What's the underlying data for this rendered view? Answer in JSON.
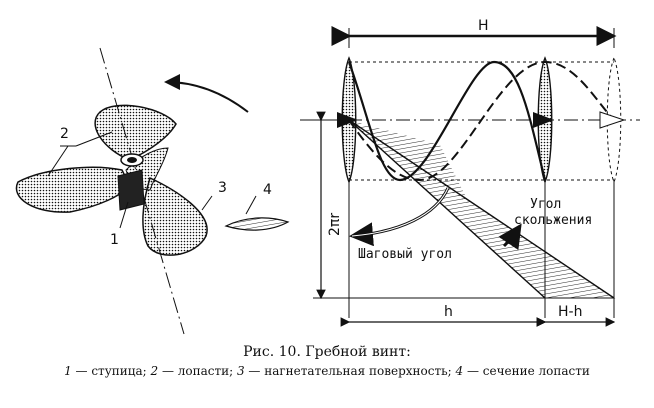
{
  "labels": {
    "n1": "1",
    "n2": "2",
    "n3": "3",
    "n4": "4",
    "H": "H",
    "two_pi_r": "2πr",
    "h": "h",
    "H_minus_h": "H-h",
    "slip_angle_line1": "Угол",
    "slip_angle_line2": "скольжения",
    "pitch_angle": "Шаговый угол"
  },
  "caption": {
    "title": "Рис. 10. Гребной винт:",
    "legend": [
      {
        "num": "1",
        "text": " — ступица; "
      },
      {
        "num": "2",
        "text": " — лопасти; "
      },
      {
        "num": "3",
        "text": " — нагнетательная поверхность; "
      },
      {
        "num": "4",
        "text": " — сечение лопасти"
      }
    ]
  }
}
